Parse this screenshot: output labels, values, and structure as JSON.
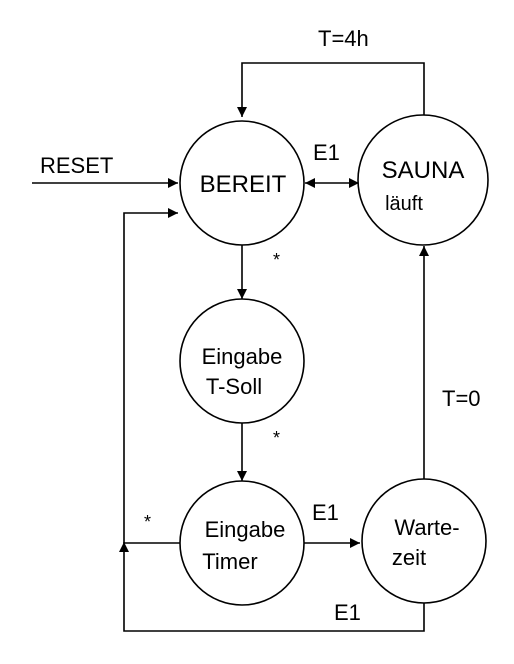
{
  "diagram": {
    "states": {
      "bereit": {
        "label": "BEREIT"
      },
      "sauna": {
        "line1": "SAUNA",
        "line2": "läuft"
      },
      "eingabe_tsoll": {
        "line1": "Eingabe",
        "line2": "T-Soll"
      },
      "eingabe_timer": {
        "line1": "Eingabe",
        "line2": "Timer"
      },
      "wartezeit": {
        "line1": "Warte-",
        "line2": "zeit"
      }
    },
    "transitions": {
      "reset": "RESET",
      "t4h": "T=4h",
      "e1_bereit_sauna": "E1",
      "t0": "T=0",
      "e1_timer_warte": "E1",
      "e1_warte_bereit": "E1",
      "star_bereit_tsoll": "*",
      "star_tsoll_timer": "*",
      "star_timer_bereit": "*"
    }
  }
}
